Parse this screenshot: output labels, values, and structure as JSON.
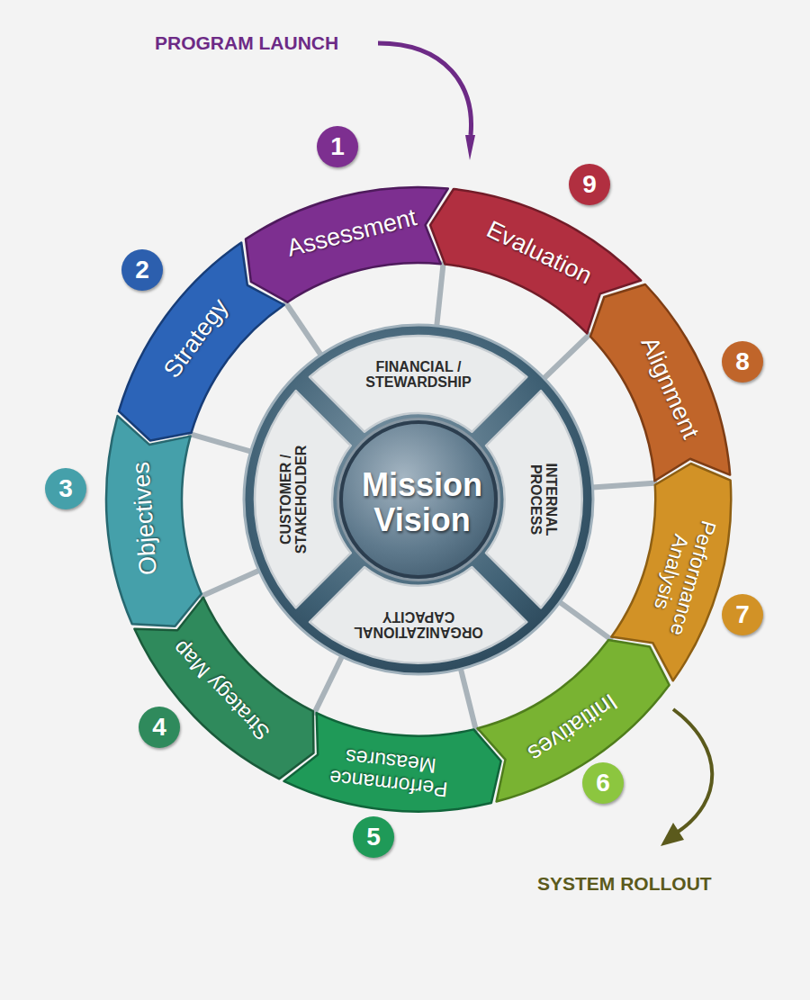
{
  "diagram": {
    "nodes": [
      {
        "text": [
          "Assessment"
        ]
      },
      {
        "text": [
          "Strategy"
        ]
      },
      {
        "text": [
          "Objectives"
        ]
      },
      {
        "text": [
          "Strategy Map"
        ]
      },
      {
        "text": [
          "Performance Measures"
        ]
      },
      {
        "text": [
          "Initiatives"
        ]
      },
      {
        "text": [
          "Performance Analysis"
        ]
      },
      {
        "text": [
          "Alignment"
        ]
      },
      {
        "text": [
          "Evaluation"
        ]
      },
      {
        "text": [
          "FINANCIAL / STEWARDSHIP"
        ]
      },
      {
        "text": [
          "INTERNAL PROCESS"
        ]
      },
      {
        "text": [
          "ORGANIZATIONAL CAPACITY"
        ]
      },
      {
        "text": [
          "CUSTOMER / STAKEHOLDER"
        ]
      },
      {
        "text": [
          "Mission Vision"
        ]
      }
    ],
    "labels": [
      "PROGRAM LAUNCH",
      "1",
      "2",
      "3",
      "4",
      "5",
      "6",
      "7",
      "8",
      "9",
      "SYSTEM ROLLOUT"
    ]
  }
}
